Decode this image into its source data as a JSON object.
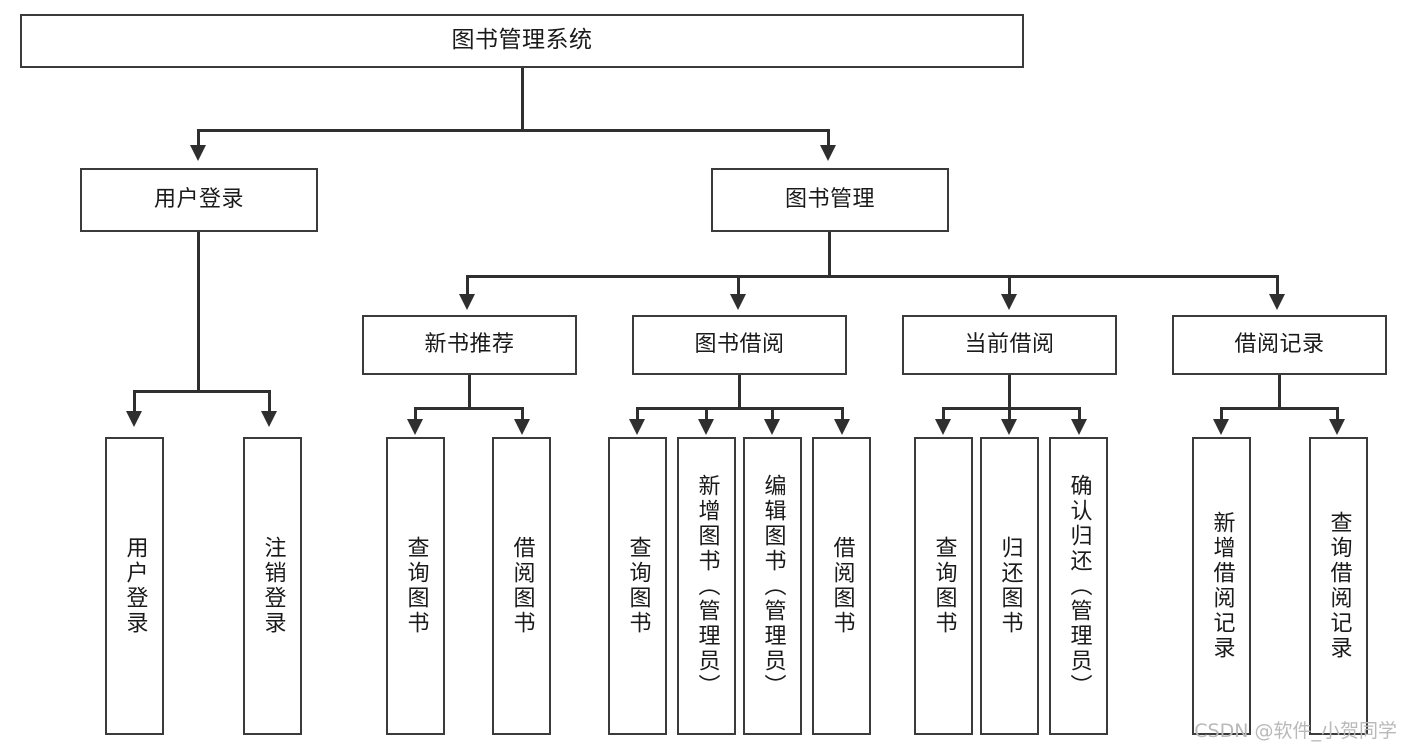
{
  "diagram": {
    "title": "图书管理系统",
    "type": "tree",
    "watermark": "CSDN @软件_小贺同学",
    "colors": {
      "box_border": "#3b3b3b",
      "box_fill": "#ffffff",
      "connector": "#2f2f2f",
      "text": "#1a1a1a",
      "watermark": "#b9b9b9",
      "background": "#ffffff"
    },
    "levels": {
      "level1": [
        {
          "id": "root",
          "label": "图书管理系统"
        }
      ],
      "level2": [
        {
          "id": "user-login",
          "label": "用户登录"
        },
        {
          "id": "book-manage",
          "label": "图书管理"
        }
      ],
      "level3": [
        {
          "id": "new-book-rec",
          "label": "新书推荐",
          "parent": "book-manage"
        },
        {
          "id": "book-borrow",
          "label": "图书借阅",
          "parent": "book-manage"
        },
        {
          "id": "current-borrow",
          "label": "当前借阅",
          "parent": "book-manage"
        },
        {
          "id": "borrow-record",
          "label": "借阅记录",
          "parent": "book-manage"
        }
      ],
      "level4": [
        {
          "id": "leaf-user-login",
          "label": "用户登录",
          "parent": "user-login"
        },
        {
          "id": "leaf-logout",
          "label": "注销登录",
          "parent": "user-login"
        },
        {
          "id": "leaf-query-book-1",
          "label": "查询图书",
          "parent": "new-book-rec"
        },
        {
          "id": "leaf-borrow-book-1",
          "label": "借阅图书",
          "parent": "new-book-rec"
        },
        {
          "id": "leaf-query-book-2",
          "label": "查询图书",
          "parent": "book-borrow"
        },
        {
          "id": "leaf-add-book",
          "label": "新增图书（管理员）",
          "parent": "book-borrow"
        },
        {
          "id": "leaf-edit-book",
          "label": "编辑图书（管理员）",
          "parent": "book-borrow"
        },
        {
          "id": "leaf-borrow-book-2",
          "label": "借阅图书",
          "parent": "book-borrow"
        },
        {
          "id": "leaf-query-book-3",
          "label": "查询图书",
          "parent": "current-borrow"
        },
        {
          "id": "leaf-return-book",
          "label": "归还图书",
          "parent": "current-borrow"
        },
        {
          "id": "leaf-confirm-return",
          "label": "确认归还（管理员）",
          "parent": "current-borrow"
        },
        {
          "id": "leaf-add-record",
          "label": "新增借阅记录",
          "parent": "borrow-record"
        },
        {
          "id": "leaf-query-record",
          "label": "查询借阅记录",
          "parent": "borrow-record"
        }
      ]
    }
  }
}
